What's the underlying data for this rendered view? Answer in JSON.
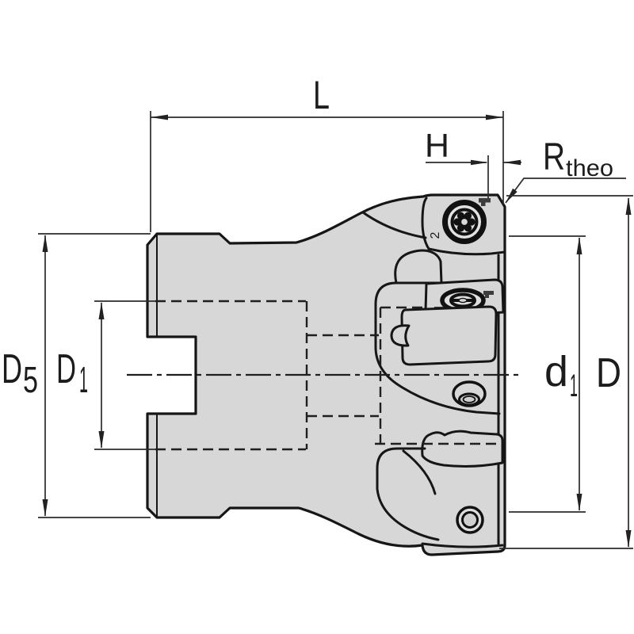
{
  "drawing": {
    "type": "technical-dimension-drawing",
    "subject": "indexable face milling cutter, side view",
    "labels": {
      "length": {
        "base": "L"
      },
      "height": {
        "base": "H"
      },
      "corner_radius": {
        "base": "R",
        "sub": "theo"
      },
      "flange_diameter": {
        "base": "D",
        "sub": "5"
      },
      "bore_diameter": {
        "base": "D",
        "sub": "1"
      },
      "inner_diameter": {
        "base": "d",
        "sub": "1"
      },
      "cutting_diameter": {
        "base": "D"
      }
    },
    "index_marks": {
      "station1": "2"
    },
    "colors": {
      "body_fill": "#d7d7d7",
      "outline": "#161616",
      "dimension_lines": "#2b2b2b",
      "background": "#ffffff"
    }
  }
}
